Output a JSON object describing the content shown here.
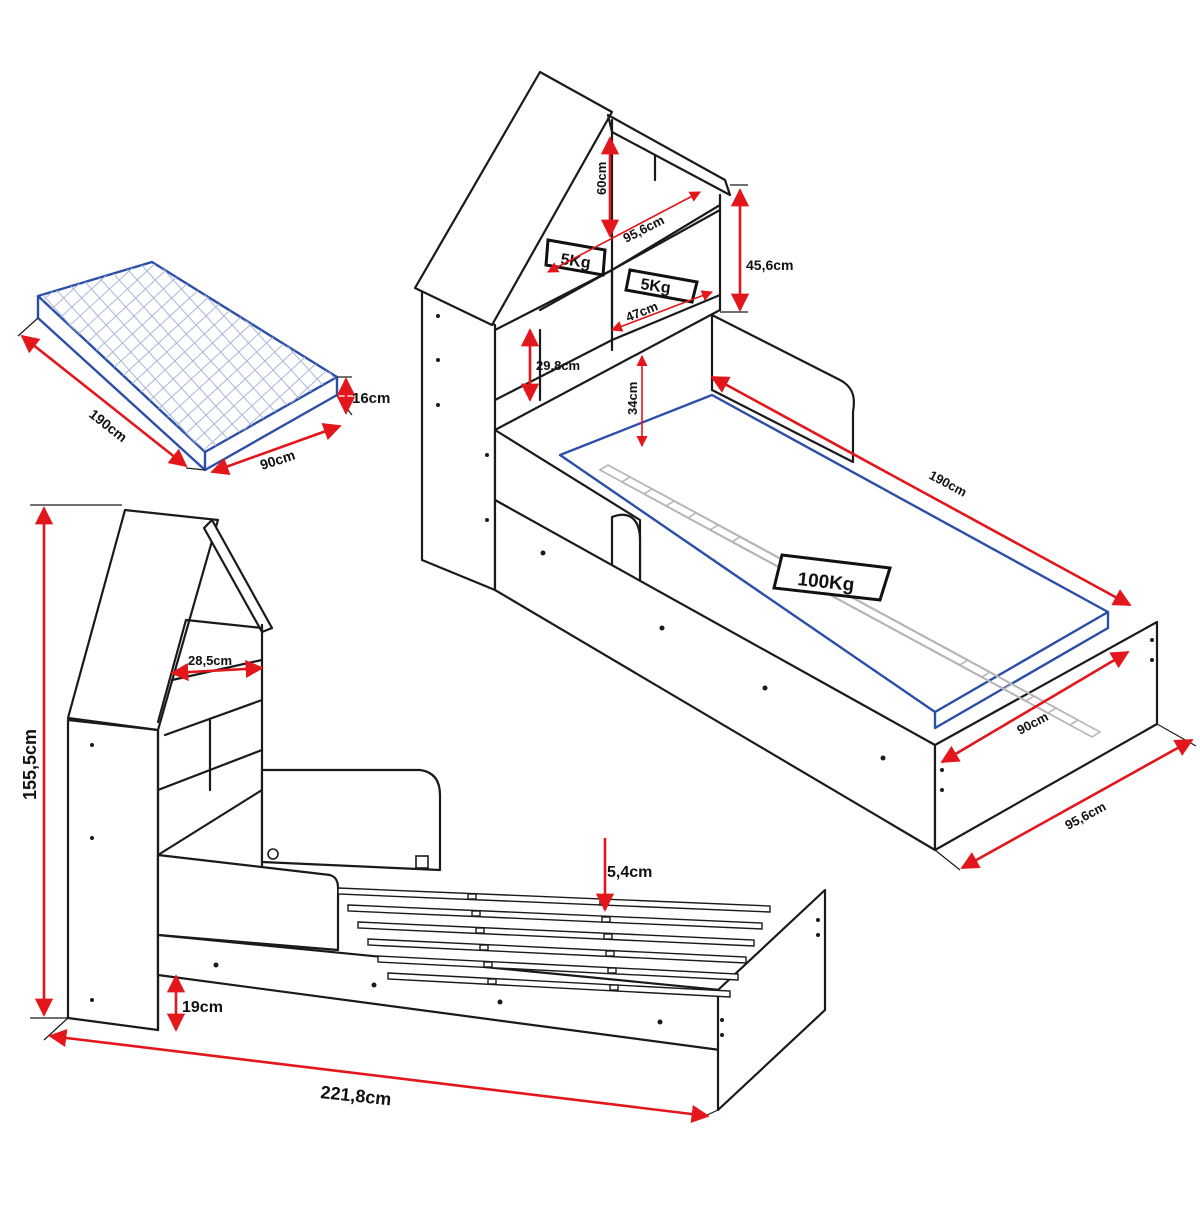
{
  "colors": {
    "outline": "#1a1a1a",
    "dimension_line": "#e3161b",
    "mattress_edge": "#2b4fa8",
    "mattress_quilt": "#a9b7d8",
    "background": "#ffffff"
  },
  "mattress": {
    "length": "190cm",
    "width": "90cm",
    "height": "16cm"
  },
  "bed_top_view": {
    "shelf_height": "60cm",
    "shelf_width": "95,6cm",
    "shelf_load_upper": "5Kg",
    "shelf_load_lower": "5Kg",
    "roof_height": "45,6cm",
    "shelf_inner_width": "47cm",
    "lower_shelf_height": "29,8cm",
    "mattress_depth": "34cm",
    "bed_length": "190cm",
    "bed_load": "100Kg",
    "bed_inner_width": "90cm",
    "bed_outer_width": "95,6cm"
  },
  "bed_side_view": {
    "total_height": "155,5cm",
    "shelf_depth": "28,5cm",
    "slat_height": "5,4cm",
    "floor_clearance": "19cm",
    "total_length": "221,8cm"
  }
}
